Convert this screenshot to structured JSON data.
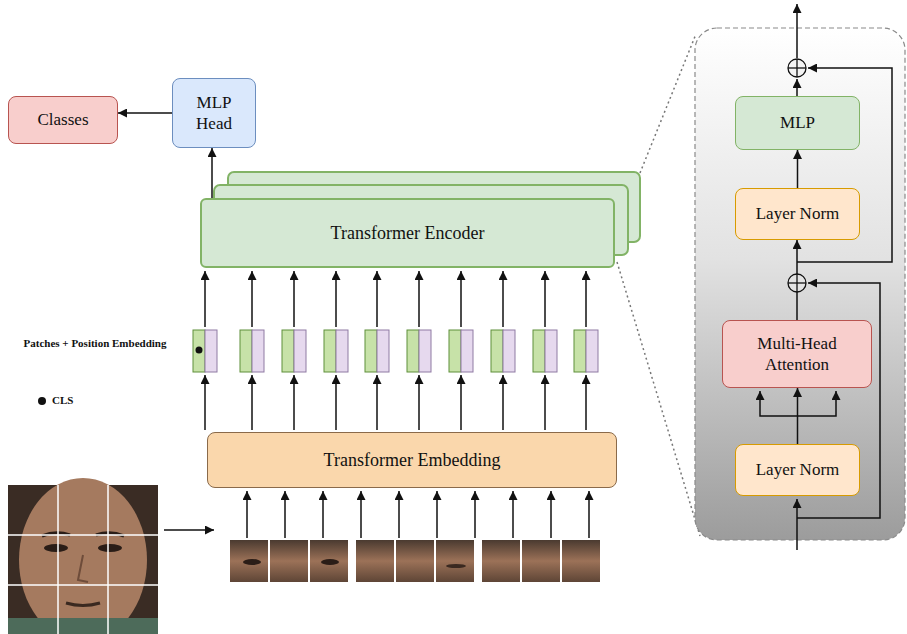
{
  "diagram": {
    "nodes": [
      {
        "text": [
          "Classes"
        ]
      },
      {
        "text": [
          "MLP Head"
        ]
      },
      {
        "text": [
          "Transformer Encoder"
        ]
      },
      {
        "text": [
          "Transformer Embedding"
        ]
      },
      {
        "text": [
          "MLP"
        ]
      },
      {
        "text": [
          "Layer Norm"
        ]
      },
      {
        "text": [
          "Multi-Head Attention"
        ]
      },
      {
        "text": [
          "Layer Norm"
        ]
      }
    ],
    "edges": [
      {
        "from": 1,
        "to": 0,
        "arrow": "to"
      },
      {
        "from": 2,
        "to": 1,
        "arrow": "to"
      },
      {
        "from": 7,
        "to": 6,
        "arrow": "to"
      },
      {
        "from": 6,
        "to": 5,
        "arrow": "to"
      },
      {
        "from": 5,
        "to": 4,
        "arrow": "to"
      }
    ],
    "labels": [
      "Patches + Position Embedding",
      "CLS"
    ]
  }
}
